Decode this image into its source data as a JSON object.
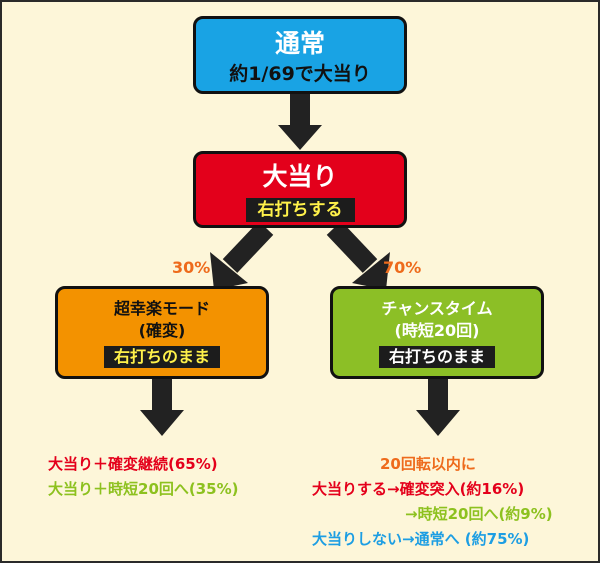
{
  "normal": {
    "title": "通常",
    "subtitle": "約1/69で大当り"
  },
  "jackpot": {
    "title": "大当り",
    "action": "右打ちする"
  },
  "split": {
    "left_percent": "30%",
    "right_percent": "70%"
  },
  "kakuhen": {
    "title": "超幸楽モード",
    "title2": "(確変)",
    "action": "右打ちのまま"
  },
  "chance": {
    "title": "チャンスタイム",
    "title2": "(時短20回)",
    "action": "右打ちのまま"
  },
  "kakuhen_results": [
    "大当り＋確変継続(65%)",
    "大当り＋時短20回へ(35%)"
  ],
  "chance_results": {
    "header": "20回転以内に",
    "line1": "大当りする→確変突入(約16%)",
    "line2": "→時短20回へ(約9%)",
    "line3": "大当りしない→通常へ (約75%)"
  },
  "colors": {
    "background": "#fdf6d9",
    "normal_box": "#19a3e4",
    "jackpot_box": "#e3001b",
    "kakuhen_box": "#f39200",
    "chance_box": "#8cbf26",
    "label_orange": "#ee6b1c",
    "text_red": "#e4001b",
    "text_green": "#8dc11f",
    "text_blue": "#1d9ee3"
  }
}
